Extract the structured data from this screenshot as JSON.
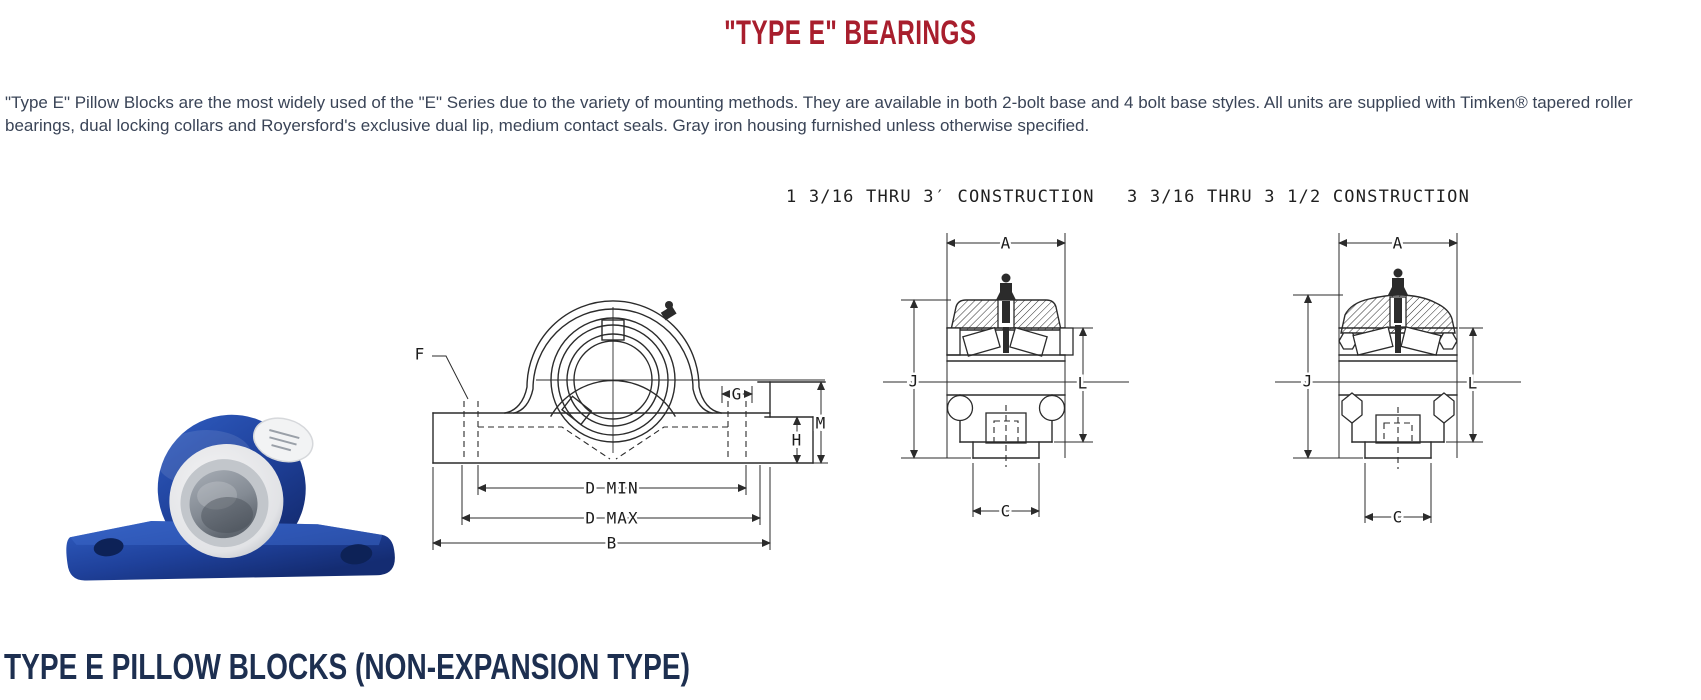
{
  "page": {
    "title": "\"TYPE E\" BEARINGS",
    "intro": "\"Type E\" Pillow Blocks are the most widely used of the \"E\" Series due to the variety of mounting methods. They are available in both 2-bolt base and 4 bolt base styles. All units are supplied with Timken® tapered roller bearings, dual locking collars and Royersford's exclusive dual lip, medium contact seals. Gray iron housing furnished unless otherwise specified.",
    "section_heading": "TYPE E PILLOW BLOCKS (NON-EXPANSION TYPE)"
  },
  "colors": {
    "title_red": "#a81e2d",
    "body_text": "#3a4457",
    "heading_navy": "#1d2f50",
    "drawing_line": "#2b2b2b",
    "photo_blue": "#1f419b"
  },
  "figures": {
    "side_view": {
      "labels": {
        "f": "F",
        "g": "G",
        "h": "H",
        "m": "M",
        "d_min": "D MIN",
        "d_max": "D MAX",
        "b": "B"
      }
    },
    "construction_small": {
      "heading": "1 3/16 THRU 3′ CONSTRUCTION",
      "labels": {
        "a": "A",
        "j": "J",
        "l": "L",
        "c": "C"
      }
    },
    "construction_large": {
      "heading": "3 3/16 THRU 3 1/2 CONSTRUCTION",
      "labels": {
        "a": "A",
        "j": "J",
        "l": "L",
        "c": "C"
      }
    }
  }
}
